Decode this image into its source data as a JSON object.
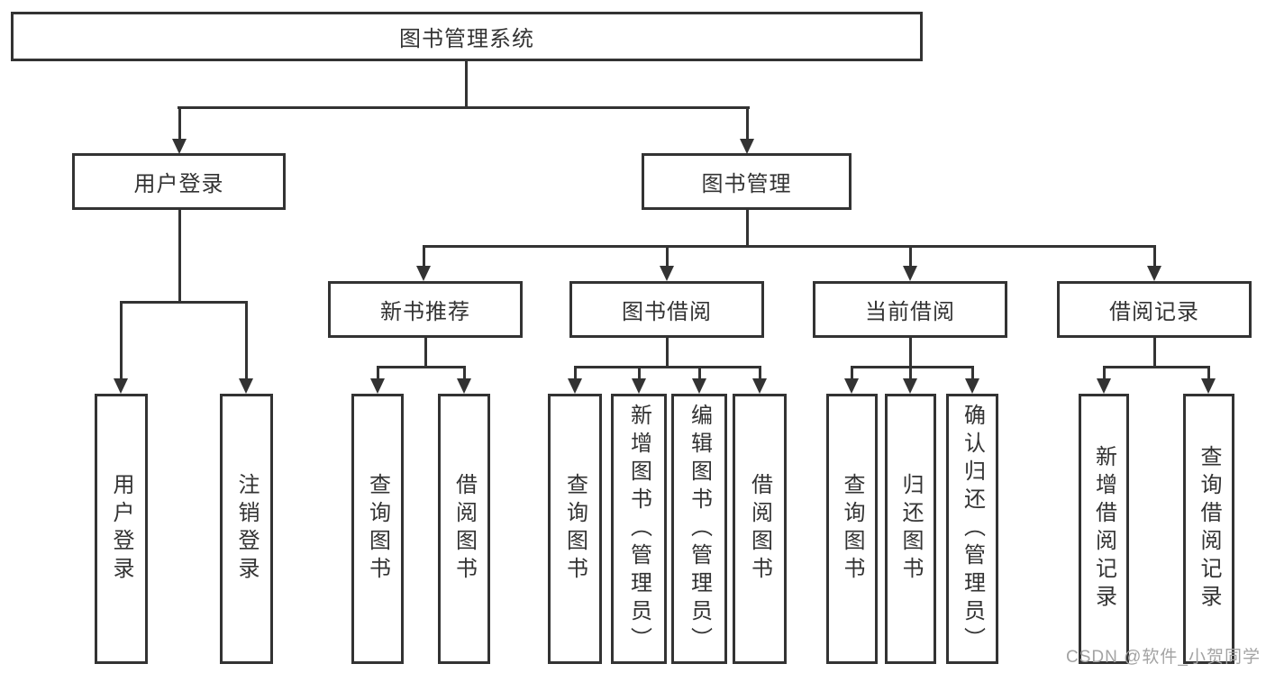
{
  "nodes": {
    "root": {
      "label": "图书管理系统"
    },
    "user_login": {
      "label": "用户登录"
    },
    "book_mgmt": {
      "label": "图书管理"
    },
    "new_book_rec": {
      "label": "新书推荐"
    },
    "book_borrow": {
      "label": "图书借阅"
    },
    "current_borrow": {
      "label": "当前借阅"
    },
    "borrow_records": {
      "label": "借阅记录"
    },
    "leaf_user_login": {
      "label": "用户登录"
    },
    "leaf_logout": {
      "label": "注销登录"
    },
    "leaf_rec_query_books": {
      "label": "查询图书"
    },
    "leaf_rec_borrow_books": {
      "label": "借阅图书"
    },
    "leaf_bb_query_books": {
      "label": "查询图书"
    },
    "leaf_bb_add_books": {
      "label": "新增图书（管理员）"
    },
    "leaf_bb_edit_books": {
      "label": "编辑图书（管理员）"
    },
    "leaf_bb_borrow_books": {
      "label": "借阅图书"
    },
    "leaf_cb_query_books": {
      "label": "查询图书"
    },
    "leaf_cb_return_books": {
      "label": "归还图书"
    },
    "leaf_cb_confirm_return": {
      "label": "确认归还（管理员）"
    },
    "leaf_br_add_record": {
      "label": "新增借阅记录"
    },
    "leaf_br_query_record": {
      "label": "查询借阅记录"
    }
  },
  "watermark": "CSDN @软件_小贺同学",
  "colors": {
    "line": "#333333",
    "background": "#ffffff",
    "watermark": "#a3a3a3",
    "text": "#333333"
  }
}
